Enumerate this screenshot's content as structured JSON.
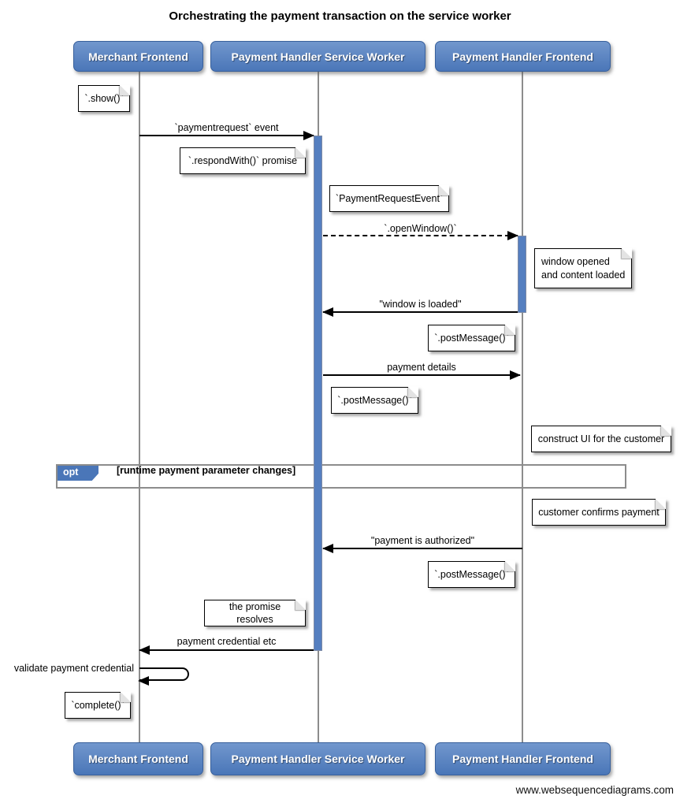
{
  "title": "Orchestrating the payment transaction on the service worker",
  "actors": [
    {
      "label": "Merchant Frontend"
    },
    {
      "label": "Payment Handler Service Worker"
    },
    {
      "label": "Payment Handler Frontend"
    }
  ],
  "messages": [
    {
      "label": "`paymentrequest` event",
      "from": "Merchant Frontend",
      "to": "Payment Handler Service Worker",
      "style": "solid"
    },
    {
      "label": "`.openWindow()`",
      "from": "Payment Handler Service Worker",
      "to": "Payment Handler Frontend",
      "style": "dashed"
    },
    {
      "label": "\"window is loaded\"",
      "from": "Payment Handler Frontend",
      "to": "Payment Handler Service Worker",
      "style": "solid"
    },
    {
      "label": "payment details",
      "from": "Payment Handler Service Worker",
      "to": "Payment Handler Frontend",
      "style": "solid"
    },
    {
      "label": "\"payment is authorized\"",
      "from": "Payment Handler Frontend",
      "to": "Payment Handler Service Worker",
      "style": "solid"
    },
    {
      "label": "payment credential etc",
      "from": "Payment Handler Service Worker",
      "to": "Merchant Frontend",
      "style": "solid"
    },
    {
      "label": "validate payment credential",
      "from": "Merchant Frontend",
      "to": "Merchant Frontend",
      "style": "self"
    }
  ],
  "notes": [
    {
      "text": "`.show()`"
    },
    {
      "text": "`.respondWith()` promise"
    },
    {
      "text": "`PaymentRequestEvent`"
    },
    {
      "text": "window opened and content loaded"
    },
    {
      "text": "`.postMessage()`"
    },
    {
      "text": "`.postMessage()`"
    },
    {
      "text": "construct UI for the customer"
    },
    {
      "text": "customer confirms payment"
    },
    {
      "text": "`.postMessage()`"
    },
    {
      "text": "the promise resolves"
    },
    {
      "text": "`complete()`"
    }
  ],
  "fragment": {
    "operator": "opt",
    "condition": "[runtime payment parameter changes]"
  },
  "footer": "www.websequencediagrams.com",
  "colors": {
    "actor_blue": "#4a76b8",
    "activation_blue": "#557fc0",
    "frame_gray": "#8c8c8c",
    "line_black": "#000000"
  }
}
